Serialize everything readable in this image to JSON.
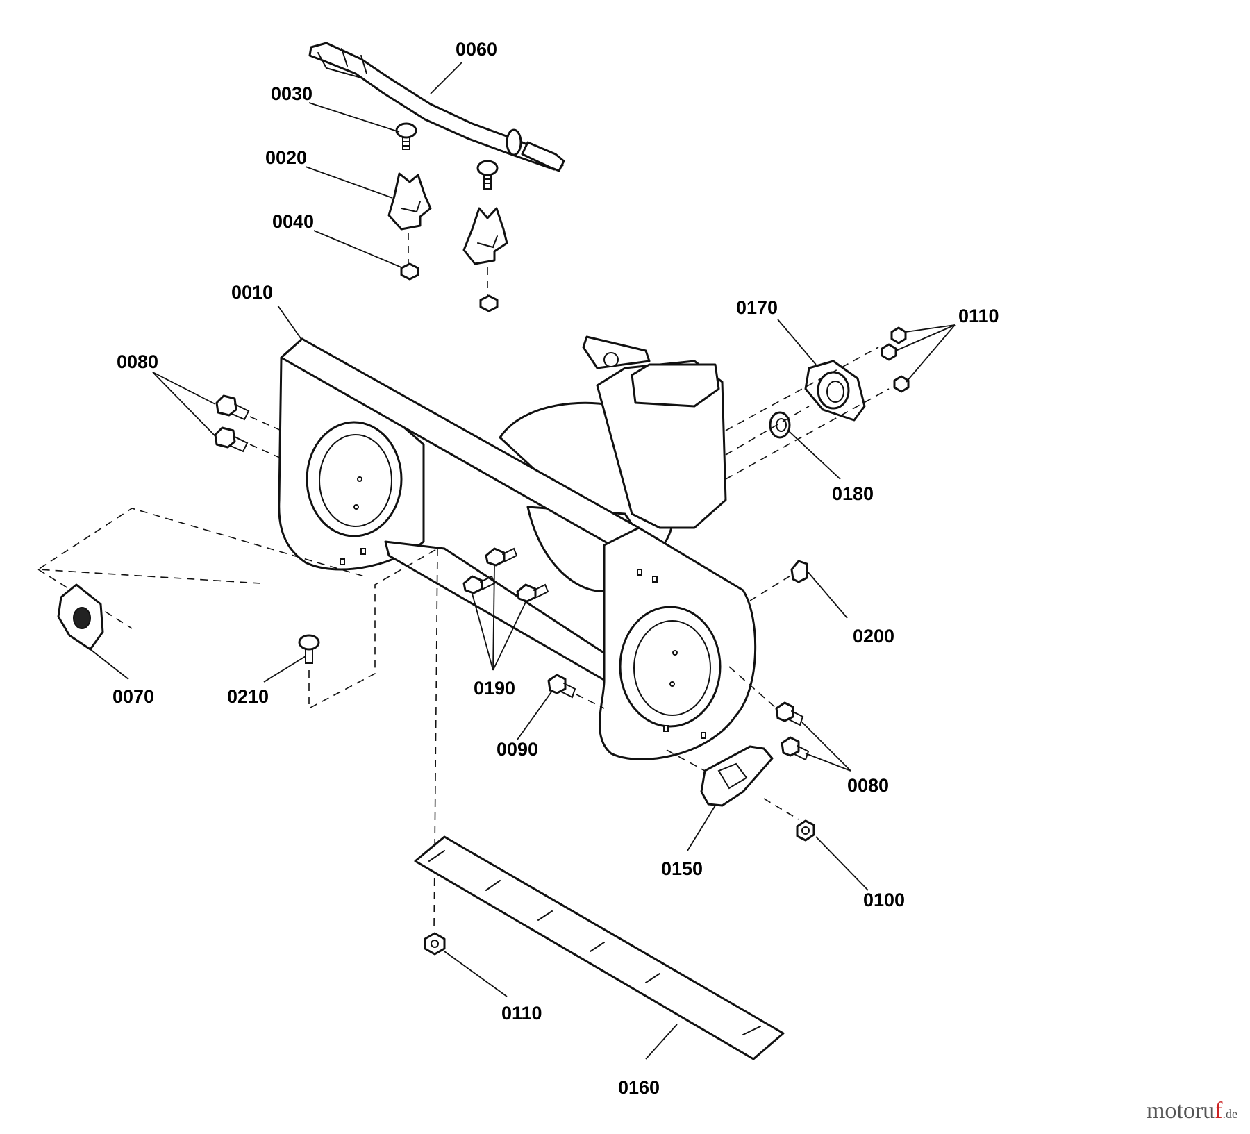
{
  "callouts": {
    "c0060": "0060",
    "c0030": "0030",
    "c0020": "0020",
    "c0040": "0040",
    "c0010": "0010",
    "c0080_left": "0080",
    "c0170": "0170",
    "c0110_top": "0110",
    "c0180": "0180",
    "c0200": "0200",
    "c0070": "0070",
    "c0210": "0210",
    "c0190": "0190",
    "c0090": "0090",
    "c0080_right": "0080",
    "c0150": "0150",
    "c0100": "0100",
    "c0110_bottom": "0110",
    "c0160": "0160"
  },
  "watermark": {
    "brand_main": "motoru",
    "brand_accent": "f",
    "brand_tld": ".de"
  }
}
